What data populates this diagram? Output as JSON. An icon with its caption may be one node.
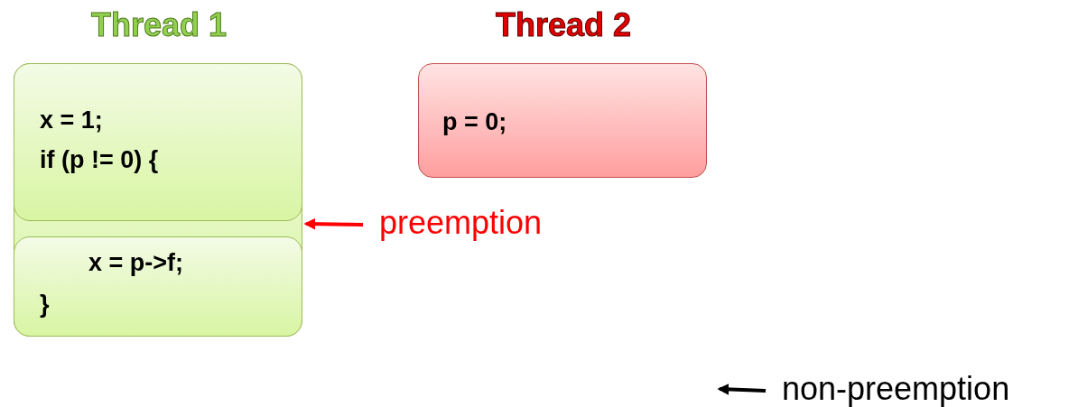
{
  "diagram": {
    "nodes": [
      {
        "text": [],
        "shape": "box",
        "beside": [
          "Thread 1"
        ]
      },
      {
        "text": [
          "x = 1;",
          "if (p != 0) {"
        ],
        "in": 0
      },
      {
        "text": [
          "x = p->f;",
          "}"
        ],
        "in": 0
      },
      {
        "text": [
          "p = 0;"
        ],
        "beside": [
          "Thread 2"
        ]
      },
      {
        "text": [
          "preemption"
        ]
      },
      {
        "text": [
          "non-preemption"
        ]
      }
    ],
    "edges": [
      {
        "from": 4,
        "to": 0,
        "arrow": "to",
        "color": "#ff0000"
      },
      {
        "from": 5,
        "to": null,
        "arrow": "to",
        "color": "#000000"
      }
    ]
  }
}
